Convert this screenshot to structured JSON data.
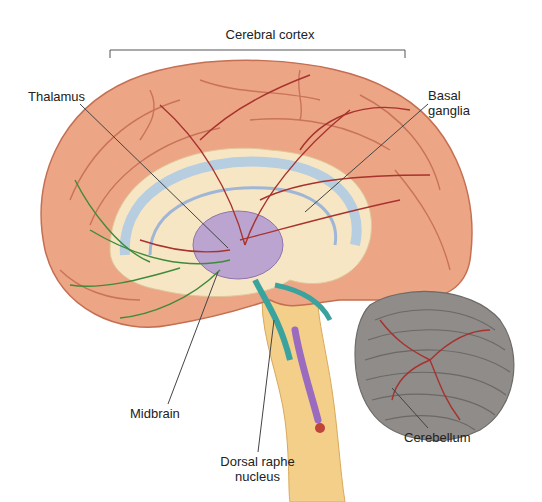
{
  "diagram": {
    "labels": [
      "Cerebral cortex",
      "Thalamus",
      "Basal ganglia",
      "Midbrain",
      "Dorsal raphe nucleus",
      "Cerebellum"
    ]
  }
}
